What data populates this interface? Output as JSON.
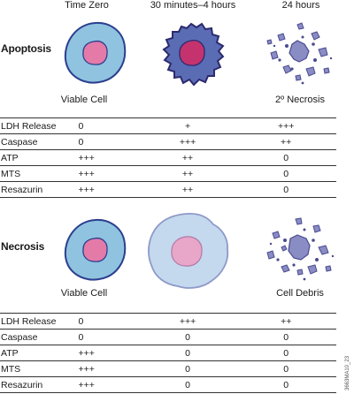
{
  "column_headers": [
    "Time Zero",
    "30 minutes–4 hours",
    "24 hours"
  ],
  "apoptosis": {
    "title": "Apoptosis",
    "captions": [
      "Viable Cell",
      "2º Necrosis"
    ],
    "rows": [
      {
        "label": "LDH Release",
        "values": [
          "0",
          "+",
          "+++"
        ]
      },
      {
        "label": "Caspase",
        "values": [
          "0",
          "+++",
          "++"
        ]
      },
      {
        "label": "ATP",
        "values": [
          "+++",
          "++",
          "0"
        ]
      },
      {
        "label": "MTS",
        "values": [
          "+++",
          "++",
          "0"
        ]
      },
      {
        "label": "Resazurin",
        "values": [
          "+++",
          "++",
          "0"
        ]
      }
    ]
  },
  "necrosis": {
    "title": "Necrosis",
    "captions": [
      "Viable Cell",
      "Cell Debris"
    ],
    "rows": [
      {
        "label": "LDH Release",
        "values": [
          "0",
          "+++",
          "++"
        ]
      },
      {
        "label": "Caspase",
        "values": [
          "0",
          "0",
          "0"
        ]
      },
      {
        "label": "ATP",
        "values": [
          "+++",
          "0",
          "0"
        ]
      },
      {
        "label": "MTS",
        "values": [
          "+++",
          "0",
          "0"
        ]
      },
      {
        "label": "Resazurin",
        "values": [
          "+++",
          "0",
          "0"
        ]
      }
    ]
  },
  "figure_id": "3663MA10_23",
  "colors": {
    "cytoplasm": "#8fc3e0",
    "nucleus": "#e47aa8",
    "membrane": "#2c3f8f",
    "shrunken_cell": "#5a6cb4",
    "debris": "#8a8cc4",
    "swollen_cell": "#c4d8ee",
    "swollen_nucleus": "#e8a6c8"
  }
}
